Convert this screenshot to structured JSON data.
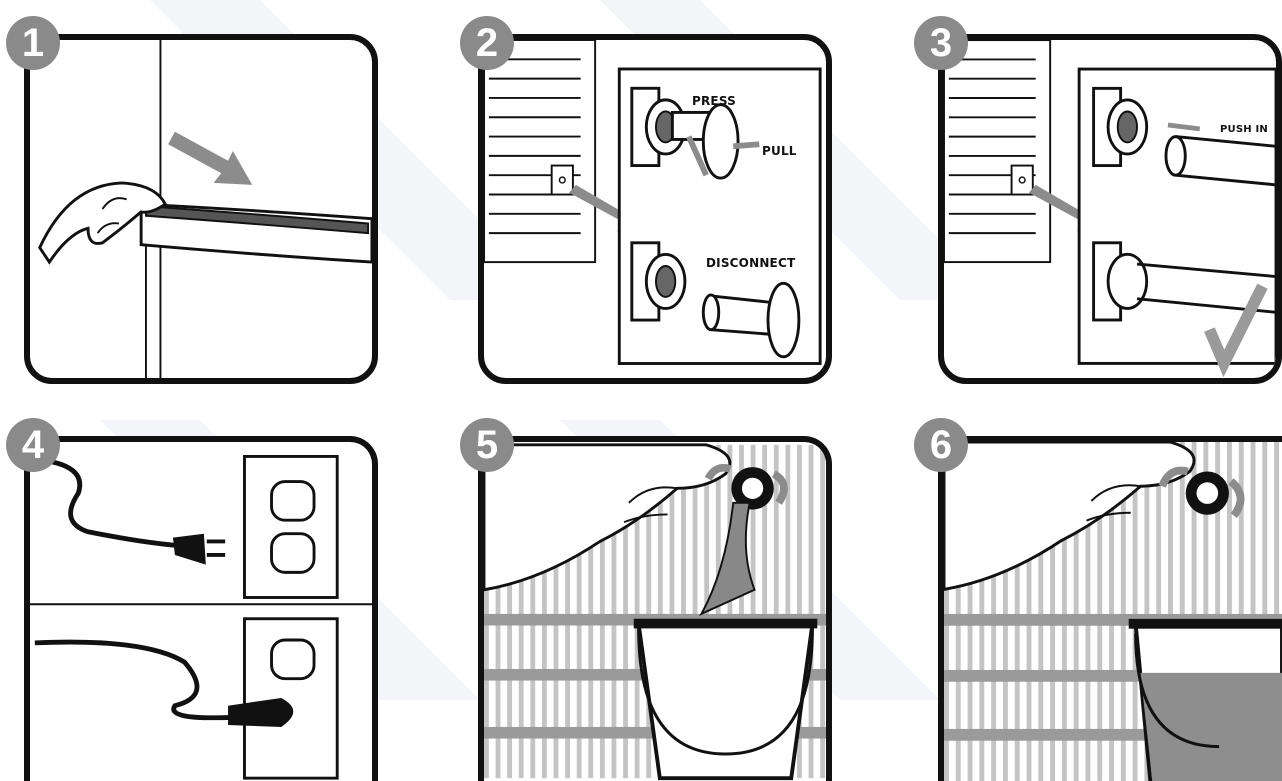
{
  "steps": [
    {
      "number": "1"
    },
    {
      "number": "2",
      "labels": {
        "press": "PRESS",
        "pull": "PULL",
        "disconnect": "DISCONNECT"
      }
    },
    {
      "number": "3",
      "labels": {
        "push_in": "PUSH IN"
      }
    },
    {
      "number": "4"
    },
    {
      "number": "5"
    },
    {
      "number": "6"
    }
  ],
  "colors": {
    "outline": "#111111",
    "badge": "#8a8a8a",
    "arrow": "#8c8c8c",
    "water": "#888888",
    "stripe": "#bdbdbd"
  }
}
